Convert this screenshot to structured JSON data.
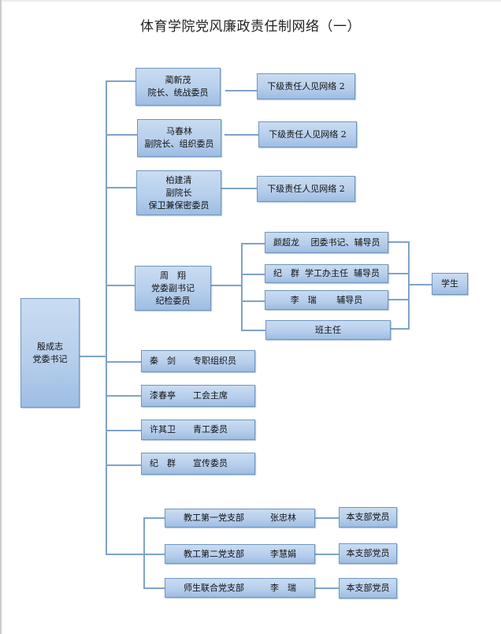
{
  "title": "体育学院党风廉政责任制网络（一）",
  "root": {
    "name": "殷成志",
    "role": "党委书记"
  },
  "leaders": [
    {
      "lines": [
        "蔺新茂",
        "院长、统战委员"
      ],
      "sub": "下级责任人见网络 2"
    },
    {
      "lines": [
        "马春林",
        "副院长、组织委员"
      ],
      "sub": "下级责任人见网络 2"
    },
    {
      "lines": [
        "柏建清",
        "副院长",
        "保卫兼保密委员"
      ],
      "sub": "下级责任人见网络 2"
    },
    {
      "lines": [
        "周　翔",
        "党委副书记",
        "纪检委员"
      ]
    }
  ],
  "deputy_children": [
    "颜超龙　 团委书记、辅导员",
    "纪　群  学工办主任  辅导员",
    "李　瑞　　 辅导员",
    "班主任"
  ],
  "students": "学生",
  "committee_members": [
    "秦　剑　　专职组织员",
    "漆春亭　　工会主席",
    "许其卫　　青工委员",
    "纪　群　　宣传委员"
  ],
  "branches": [
    {
      "label": "教工第一党支部　　　张忠林",
      "members": "本支部党员"
    },
    {
      "label": "教工第二党支部　　　李慧娟",
      "members": "本支部党员"
    },
    {
      "label": "师生联合党支部　　　李　瑞",
      "members": "本支部党员"
    }
  ],
  "colors": {
    "box_border": "#6f95c0",
    "box_fill": "#b7cfec",
    "connector": "#7ea3c9"
  }
}
